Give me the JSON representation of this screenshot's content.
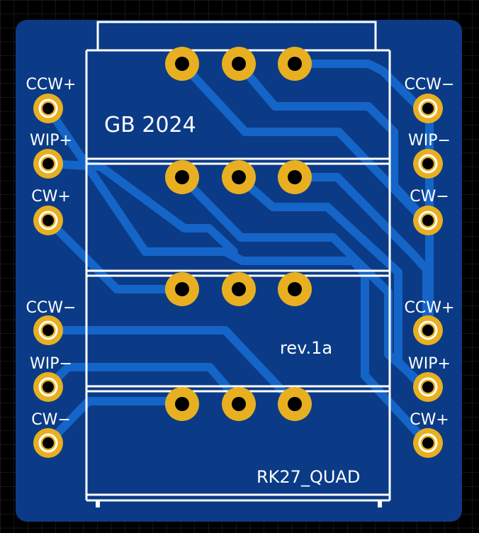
{
  "board": {
    "title": "GB 2024",
    "revision": "rev.1a",
    "part": "RK27_QUAD"
  },
  "left_pads": [
    "CCW+",
    "WIP+",
    "CW+",
    "CCW−",
    "WIP−",
    "CW−"
  ],
  "right_pads": [
    "CCW−",
    "WIP−",
    "CW−",
    "CCW+",
    "WIP+",
    "CW+"
  ],
  "colors": {
    "background": "#000000",
    "grid": "#2a2a2a",
    "board": "#0b3b86",
    "trace": "#1565c8",
    "pad": "#e8b020",
    "silkscreen": "#ffffff"
  }
}
